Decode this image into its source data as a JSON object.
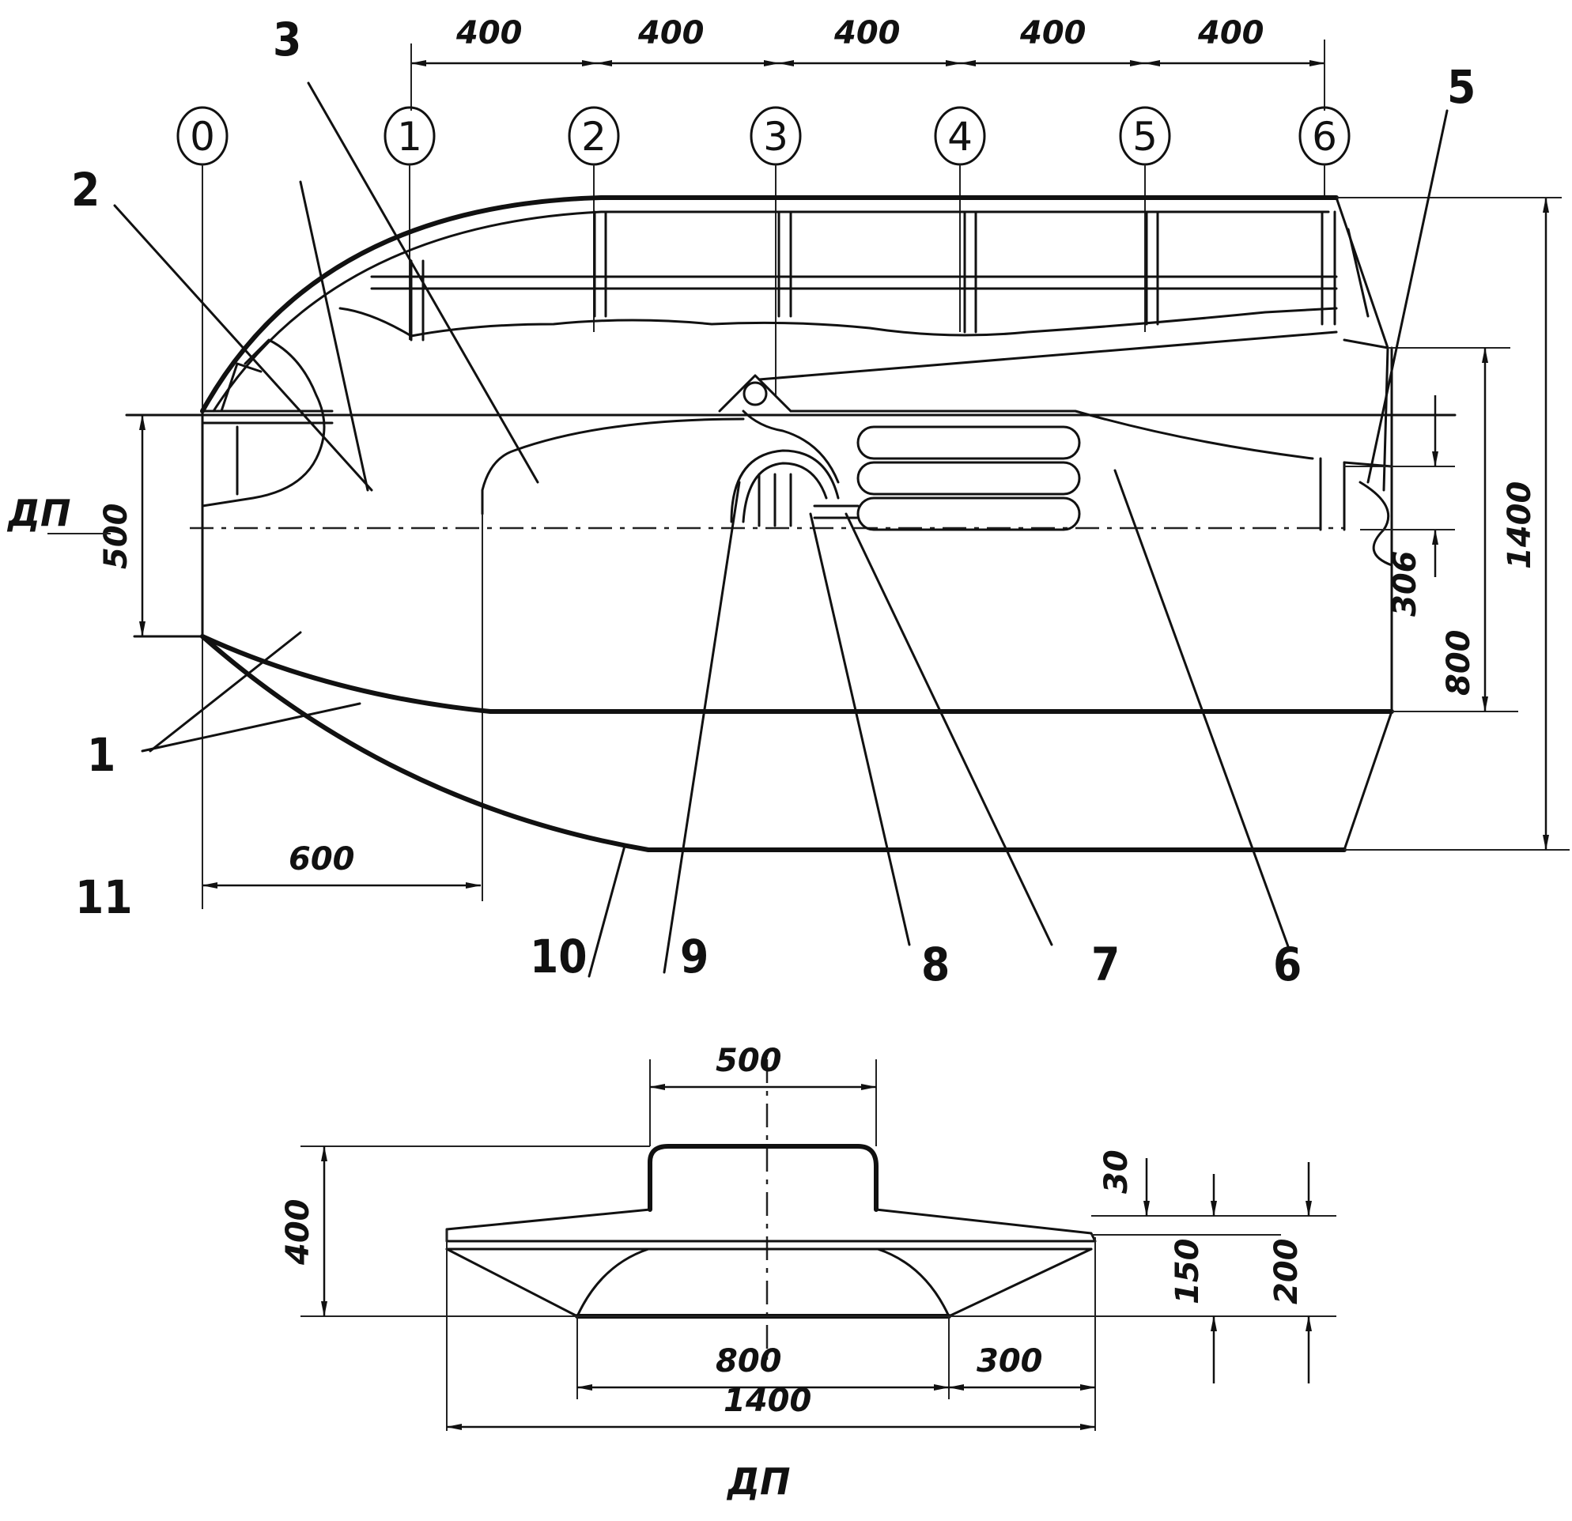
{
  "side_view": {
    "frame_spacing_labels": [
      "400",
      "400",
      "400",
      "400",
      "400"
    ],
    "frames": [
      "0",
      "1",
      "2",
      "3",
      "4",
      "5",
      "6"
    ],
    "callouts": [
      "1",
      "2",
      "3",
      "5",
      "6",
      "7",
      "8",
      "9",
      "10",
      "11"
    ],
    "dims": {
      "height_total": "1400",
      "height_800": "800",
      "height_306": "306",
      "height_500": "500",
      "length_600": "600"
    },
    "dp_label": "ДП"
  },
  "section_view": {
    "dims": {
      "top_width": "500",
      "height": "400",
      "d30": "30",
      "d150": "150",
      "d200": "200",
      "bottom_width": "800",
      "side": "300",
      "full_width": "1400"
    },
    "dp_label": "ДП"
  }
}
